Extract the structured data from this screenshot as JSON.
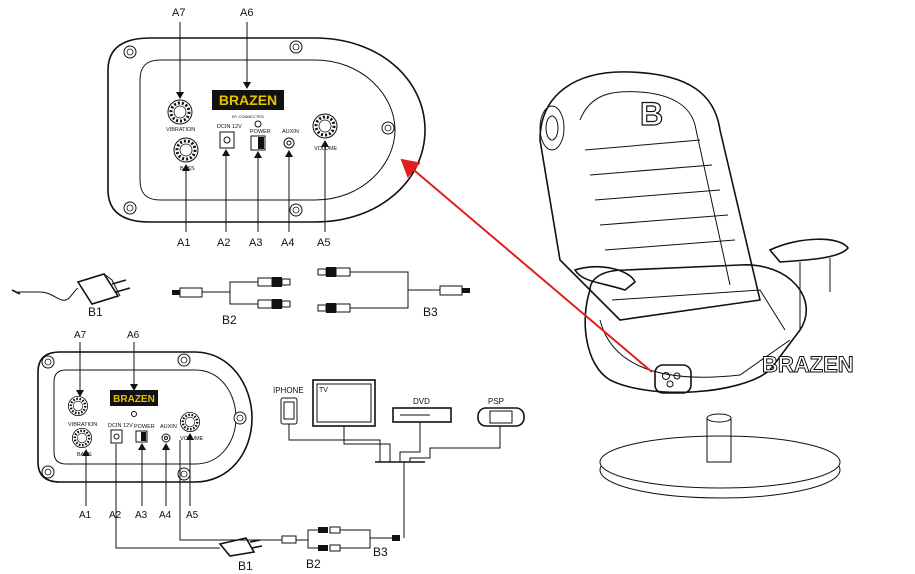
{
  "panel_top": {
    "callouts": {
      "a1": "A1",
      "a2": "A2",
      "a3": "A3",
      "a4": "A4",
      "a5": "A5",
      "a6": "A6",
      "a7": "A7"
    },
    "brand": "BRAZEN",
    "brand_sub": "BY CONNECTED",
    "knob_labels": {
      "vibration": "VIBRATION",
      "bass": "BASS",
      "volume": "VOLUME"
    },
    "port_labels": {
      "dcin": "DCIN 12V",
      "power": "POWER",
      "auxin": "AUXIN"
    }
  },
  "accessories": {
    "b1": "B1",
    "b2": "B2",
    "b3": "B3"
  },
  "panel_bottom": {
    "callouts": {
      "a1": "A1",
      "a2": "A2",
      "a3": "A3",
      "a4": "A4",
      "a5": "A5",
      "a6": "A6",
      "a7": "A7"
    },
    "brand": "BRAZEN",
    "knob_labels": {
      "vibration": "VIBRATION",
      "bass": "BASS",
      "volume": "VOLUME"
    },
    "port_labels": {
      "dcin": "DCIN 12V",
      "power": "POWER",
      "auxin": "AUXIN"
    },
    "cable_labels": {
      "b1": "B1",
      "b2": "B2",
      "b3": "B3"
    }
  },
  "devices": {
    "iphone": "IPHONE",
    "tv": "TV",
    "dvd": "DVD",
    "psp": "PSP"
  },
  "chair": {
    "brand": "BRAZEN",
    "logo_letter": "B"
  },
  "colors": {
    "arrow": "#e02020",
    "line": "#111111"
  }
}
